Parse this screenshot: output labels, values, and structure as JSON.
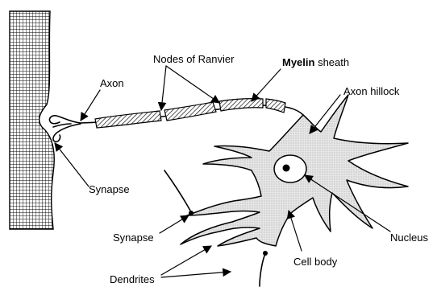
{
  "labels": {
    "axon": "Axon",
    "nodes_of_ranvier": "Nodes of Ranvier",
    "myelin": "Myelin",
    "sheath": " sheath",
    "axon_hillock": "Axon hillock",
    "synapse_top": "Synapse",
    "synapse_bottom": "Synapse",
    "nucleus": "Nucleus",
    "cell_body": "Cell body",
    "dendrites": "Dendrites"
  }
}
